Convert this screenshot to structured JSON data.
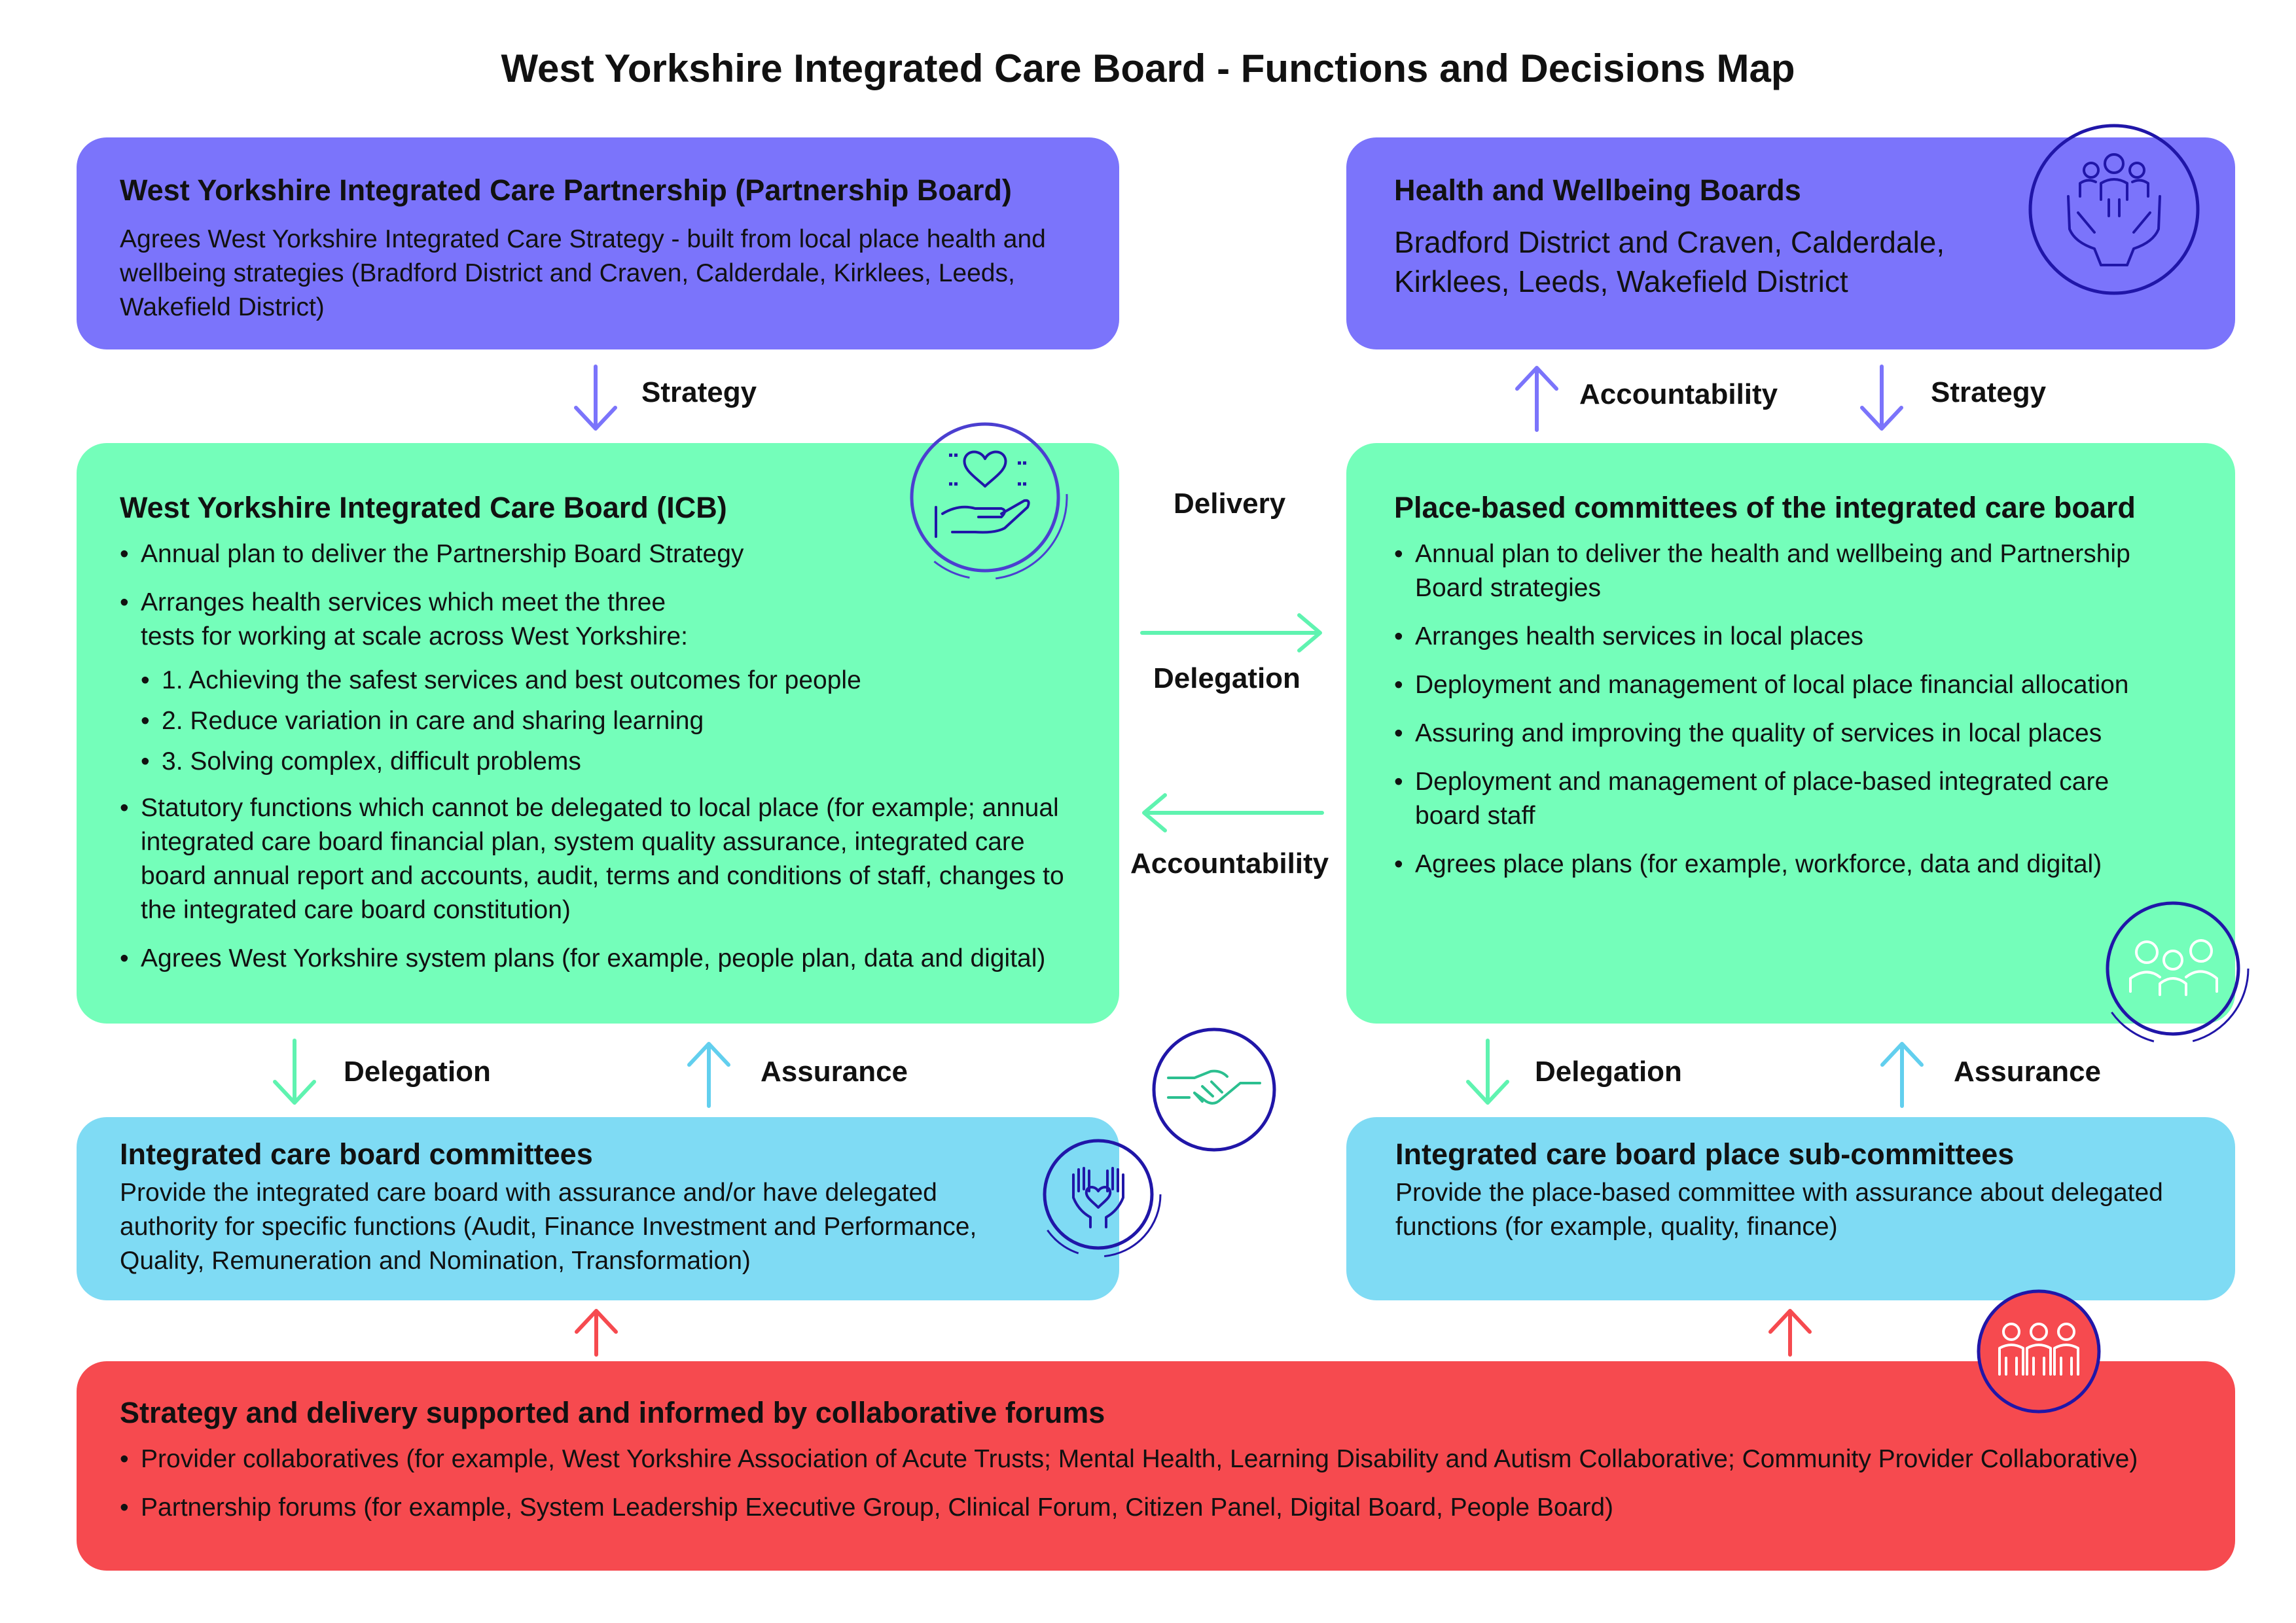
{
  "title": "West Yorkshire Integrated Care Board - Functions and Decisions Map",
  "colors": {
    "purple": "#7b74fb",
    "green": "#74feba",
    "blue": "#7fdbf4",
    "red": "#f64a4f",
    "icon_navy": "#2016a8",
    "arrow_purple": "#7b74fb",
    "arrow_green": "#5ff3b0",
    "arrow_blue": "#62cfee",
    "arrow_red": "#f64a4f"
  },
  "partnership": {
    "heading": "West Yorkshire Integrated Care Partnership (Partnership Board)",
    "text": "Agrees West Yorkshire Integrated Care Strategy - built from local place health and wellbeing strategies (Bradford District and Craven, Calderdale, Kirklees, Leeds, Wakefield District)"
  },
  "hwb": {
    "heading": "Health and Wellbeing Boards",
    "text": "Bradford District and Craven, Calderdale, Kirklees, Leeds, Wakefield District",
    "icon": "hands-holding-people-icon"
  },
  "labels": {
    "strategy_left": "Strategy",
    "accountability_top": "Accountability",
    "strategy_right": "Strategy",
    "delivery": "Delivery",
    "delegation_mid": "Delegation",
    "accountability_mid": "Accountability",
    "delegation_left": "Delegation",
    "assurance_left": "Assurance",
    "delegation_right": "Delegation",
    "assurance_right": "Assurance"
  },
  "icb": {
    "heading": "West Yorkshire Integrated Care Board (ICB)",
    "bullet1": "Annual plan to deliver the Partnership Board Strategy",
    "bullet2_line1": "Arranges health services which meet the three",
    "bullet2_line2": "tests for working at scale across West Yorkshire:",
    "tests": [
      "1. Achieving the safest services and best outcomes for people",
      "2. Reduce variation in care and sharing learning",
      "3. Solving complex, difficult problems"
    ],
    "bullet3": "Statutory functions which cannot be delegated to local place (for example; annual integrated care board financial plan, system quality assurance, integrated care board annual report and accounts, audit, terms and conditions of staff, changes to the integrated care board constitution)",
    "bullet4": "Agrees West Yorkshire system plans (for example, people plan, data and digital)",
    "icon": "heart-in-hand-icon"
  },
  "place": {
    "heading": "Place-based committees of the integrated care board",
    "bullets": [
      "Annual plan to deliver the health and wellbeing and Partnership Board strategies",
      "Arranges health services in local places",
      "Deployment and management of local place financial allocation",
      "Assuring and improving the quality of services in local places",
      "Deployment and management of place-based integrated care board staff",
      "Agrees place plans (for example, workforce, data and digital)"
    ],
    "icon": "family-group-icon"
  },
  "committees": {
    "heading": "Integrated care board committees",
    "text": "Provide the integrated care board with assurance and/or have delegated authority for specific functions (Audit, Finance Investment and Performance, Quality, Remuneration and Nomination, Transformation)",
    "icons": [
      "handshake-icon",
      "caring-hands-icon"
    ]
  },
  "subcommittees": {
    "heading": "Integrated care board place sub-committees",
    "text": "Provide the place-based committee with assurance about delegated functions (for example, quality, finance)"
  },
  "forums": {
    "heading": "Strategy and delivery supported and informed by collaborative forums",
    "bullets": [
      "Provider collaboratives (for example, West Yorkshire Association of Acute Trusts; Mental Health, Learning Disability and Autism Collaborative; Community Provider Collaborative)",
      "Partnership forums (for example, System Leadership Executive Group, Clinical  Forum, Citizen Panel, Digital Board, People Board)"
    ],
    "icon": "people-group-icon"
  }
}
